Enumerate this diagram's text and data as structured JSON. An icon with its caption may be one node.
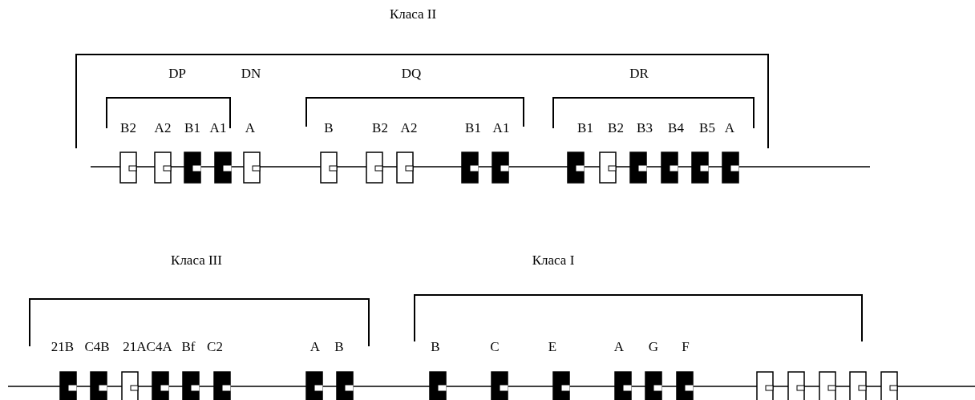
{
  "diagram": {
    "labels": [
      "Класа II",
      "DP",
      "DN",
      "DQ",
      "DR",
      "B2",
      "A2",
      "B1",
      "A1",
      "A",
      "B",
      "B2",
      "A2",
      "B1",
      "A1",
      "B1",
      "B2",
      "B3",
      "B4",
      "B5",
      "A",
      "Класа III",
      "Класа I",
      "21B",
      "C4B",
      "21AC4A",
      "Bf",
      "C2",
      "A",
      "B",
      "B",
      "C",
      "E",
      "A",
      "G",
      "F"
    ]
  }
}
